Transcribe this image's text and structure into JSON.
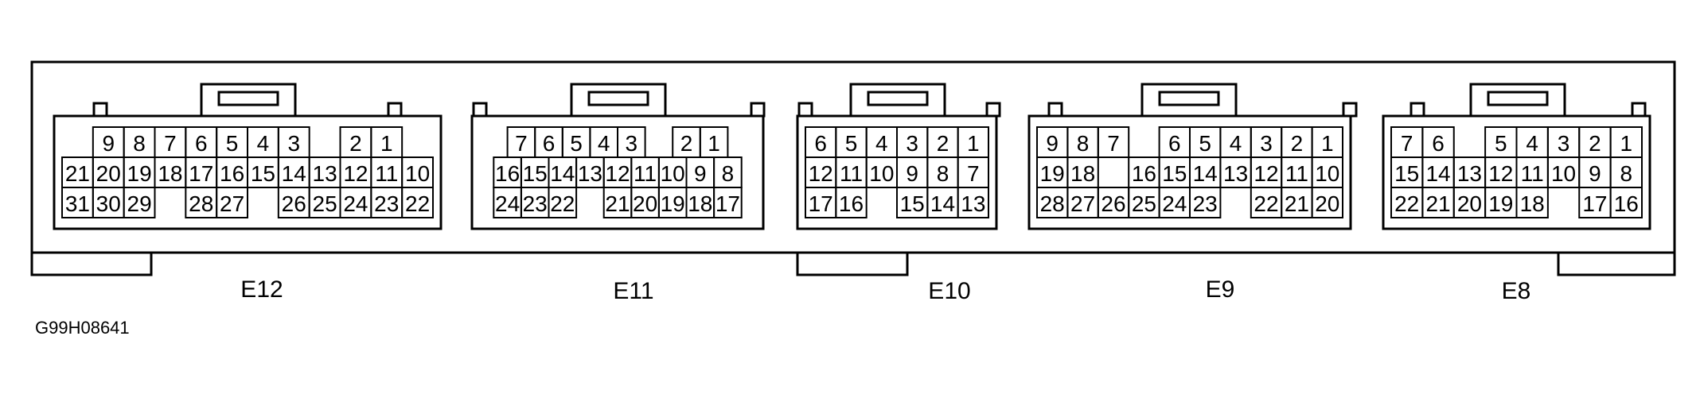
{
  "figure_id": "G99H08641",
  "connectors": [
    {
      "id": "E12",
      "label": "E12",
      "rows": [
        [
          "",
          "9",
          "8",
          "7",
          "6",
          "5",
          "4",
          "3",
          "",
          "2",
          "1",
          ""
        ],
        [
          "21",
          "20",
          "19",
          "18",
          "17",
          "16",
          "15",
          "14",
          "13",
          "12",
          "11",
          "10"
        ],
        [
          "31",
          "30",
          "29",
          "",
          "28",
          "27",
          "",
          "26",
          "25",
          "24",
          "23",
          "22"
        ]
      ]
    },
    {
      "id": "E11",
      "label": "E11",
      "rows": [
        [
          "",
          "7",
          "6",
          "5",
          "4",
          "3",
          "",
          "2",
          "1",
          ""
        ],
        [
          "16",
          "15",
          "14",
          "13",
          "12",
          "11",
          "10",
          "9",
          "8"
        ],
        [
          "24",
          "23",
          "22",
          "",
          "21",
          "20",
          "19",
          "18",
          "17"
        ]
      ]
    },
    {
      "id": "E10",
      "label": "E10",
      "rows": [
        [
          "6",
          "5",
          "4",
          "3",
          "2",
          "1"
        ],
        [
          "12",
          "11",
          "10",
          "9",
          "8",
          "7"
        ],
        [
          "17",
          "16",
          "",
          "15",
          "14",
          "13"
        ]
      ]
    },
    {
      "id": "E9",
      "label": "E9",
      "rows": [
        [
          "9",
          "8",
          "7",
          "",
          "6",
          "5",
          "4",
          "3",
          "2",
          "1"
        ],
        [
          "19",
          "18",
          "",
          "16",
          "15",
          "14",
          "13",
          "12",
          "11",
          "10"
        ],
        [
          "28",
          "27",
          "26",
          "25",
          "24",
          "23",
          "",
          "22",
          "21",
          "20"
        ]
      ]
    },
    {
      "id": "E8",
      "label": "E8",
      "rows": [
        [
          "7",
          "6",
          "",
          "5",
          "4",
          "3",
          "2",
          "1"
        ],
        [
          "15",
          "14",
          "13",
          "12",
          "11",
          "10",
          "9",
          "8"
        ],
        [
          "22",
          "21",
          "20",
          "19",
          "18",
          "",
          "17",
          "16"
        ]
      ]
    }
  ]
}
